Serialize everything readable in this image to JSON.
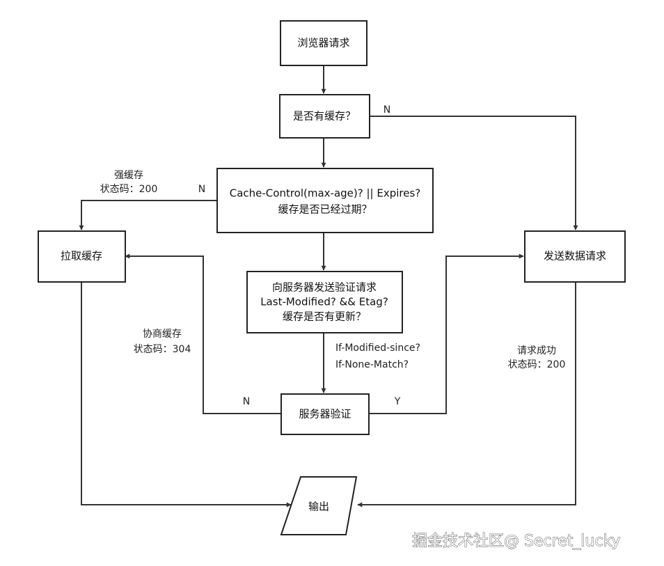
{
  "nodes": {
    "browser_request": "浏览器请求",
    "has_cache": "是否有缓存？",
    "check_expired_line1": "Cache-Control(max-age)? || Expires?",
    "check_expired_line2": "缓存是否已经过期？",
    "fetch_cache": "拉取缓存",
    "send_data_request": "发送数据请求",
    "validate_line1": "向服务器发送验证请求",
    "validate_line2": "Last-Modified? && Etag?",
    "validate_line3": "缓存是否有更新？",
    "server_validate": "服务器验证",
    "output": "输出"
  },
  "edges": {
    "no_cache_label": "N",
    "strong_cache_line1": "强缓存",
    "strong_cache_line2": "状态码：200",
    "not_expired_label": "N",
    "negotiated_cache_line1": "协商缓存",
    "negotiated_cache_line2": "状态码：304",
    "not_modified_label": "N",
    "modified_label": "Y",
    "validate_header_line1": "If-Modified-since?",
    "validate_header_line2": "If-None-Match?",
    "request_success_line1": "请求成功",
    "request_success_line2": "状态码：200"
  },
  "watermark": "掘金技术社区@ Secret_lucky"
}
